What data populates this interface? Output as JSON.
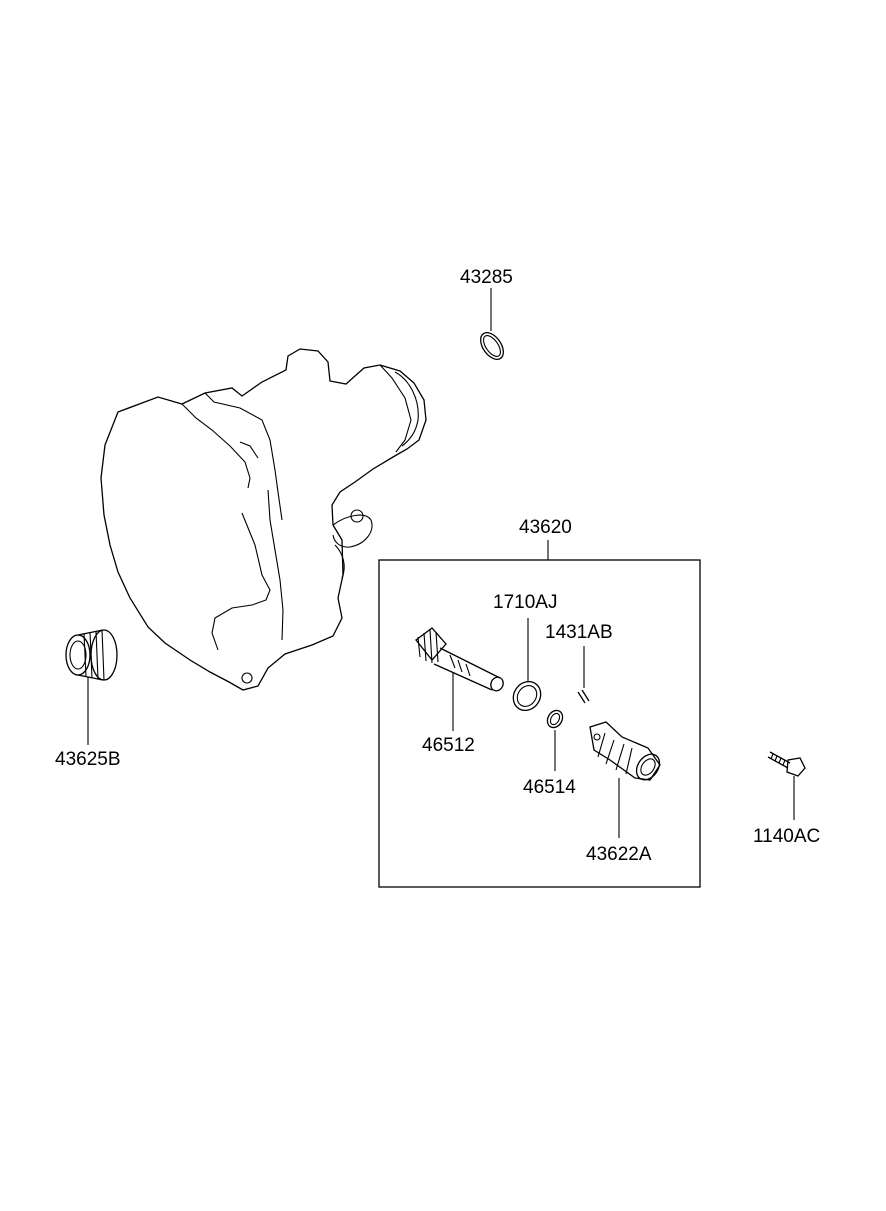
{
  "parts": {
    "p43285": "43285",
    "p43620": "43620",
    "p1710AJ": "1710AJ",
    "p1431AB": "1431AB",
    "p46512": "46512",
    "p46514": "46514",
    "p43622A": "43622A",
    "p43625B": "43625B",
    "p1140AC": "1140AC"
  },
  "colors": {
    "line": "#000000",
    "background": "#ffffff"
  }
}
